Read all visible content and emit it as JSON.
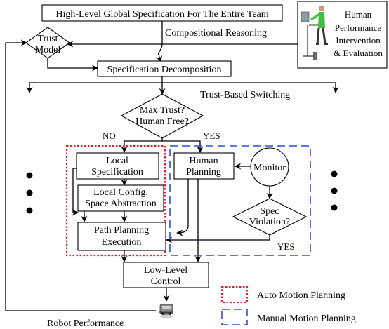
{
  "diagram": {
    "global_spec": "High-Level Global Specification For The Entire Team",
    "compositional_reasoning": "Compositional Reasoning",
    "trust_model_line1": "Trust",
    "trust_model_line2": "Model",
    "human_box_lines": [
      "Human",
      "Performance",
      "Intervention",
      "& Evaluation"
    ],
    "spec_decomposition": "Specification Decomposition",
    "trust_switching": "Trust-Based Switching",
    "decision_line1": "Max Trust?",
    "decision_line2": "Human Free?",
    "no_label": "NO",
    "yes_label": "YES",
    "local_spec_line1": "Local",
    "local_spec_line2": "Specification",
    "local_config_line1": "Local Config.",
    "local_config_line2": "Space Abstraction",
    "path_planning_line1": "Path Planning",
    "path_planning_line2": "Execution",
    "human_planning_line1": "Human",
    "human_planning_line2": "Planning",
    "monitor": "Monitor",
    "spec_violation_line1": "Spec",
    "spec_violation_line2": "Violation?",
    "yes_violation": "YES",
    "low_level_line1": "Low-Level",
    "low_level_line2": "Control",
    "legend_auto": "Auto Motion Planning",
    "legend_manual": "Manual Motion Planning",
    "robot_performance": "Robot Performance"
  },
  "colors": {
    "auto_motion": "#e0202a",
    "manual_motion": "#2d4fd8",
    "person_shirt": "#3fbf3f"
  },
  "icons": [
    "human-at-workstation-icon",
    "robot-icon",
    "ellipsis-dots-icon"
  ]
}
